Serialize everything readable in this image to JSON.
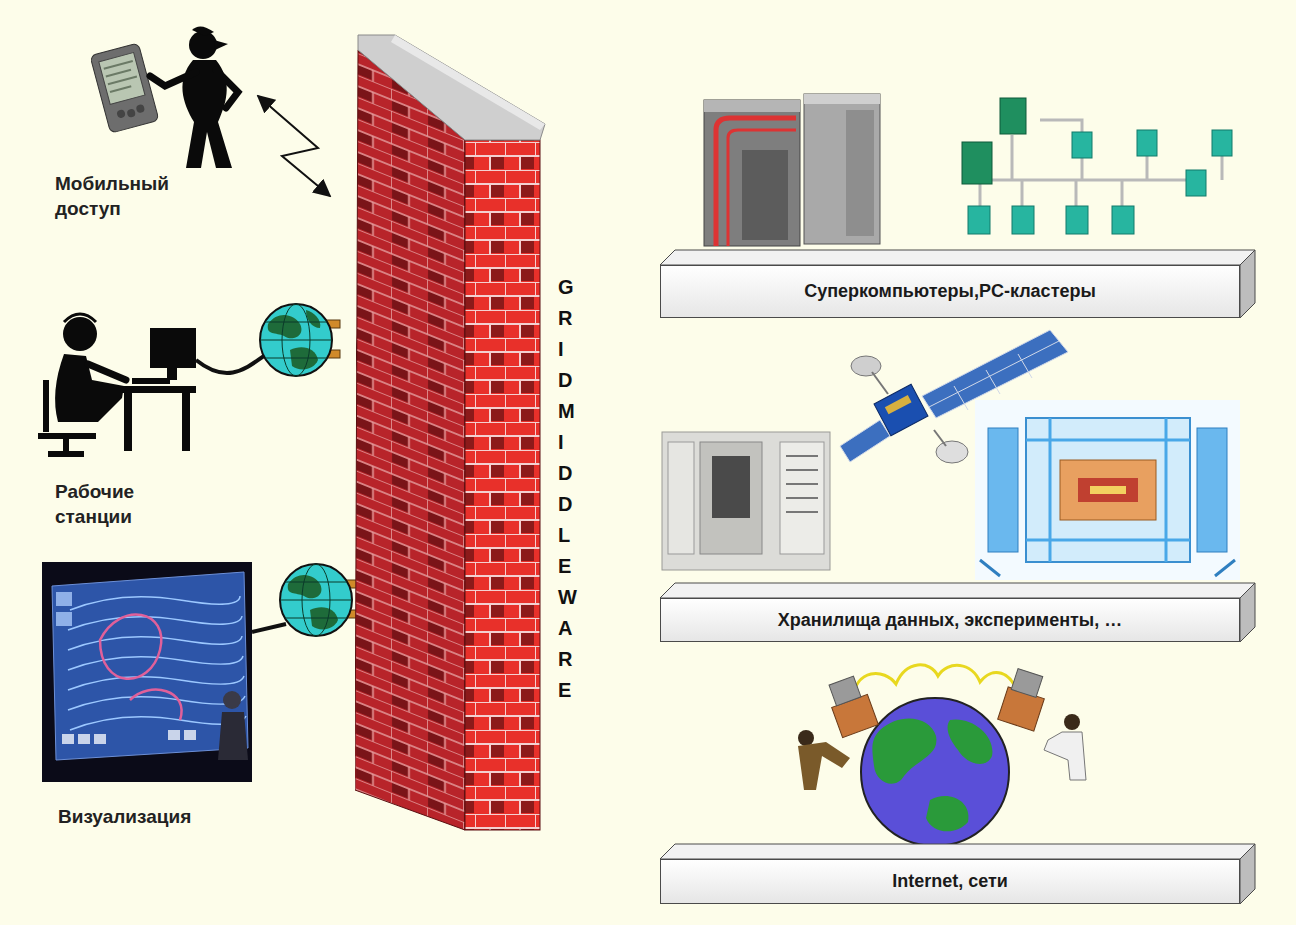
{
  "diagram": {
    "nodes": [
      {
        "text": [
          "GRID MIDDLEWARE"
        ]
      },
      {
        "text": [
          "Суперкомпьютеры,PC-кластеры"
        ]
      },
      {
        "text": [
          "Хранилища данных, эксперименты, …"
        ]
      },
      {
        "text": [
          "Internet, сети"
        ]
      }
    ],
    "labels": [
      "Мобильный доступ",
      "Рабочие станции",
      "Визуализация"
    ]
  }
}
